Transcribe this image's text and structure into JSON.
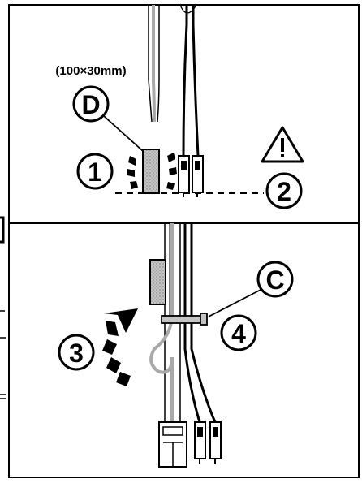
{
  "panels": {
    "top": {
      "dimension_label": "(100×30mm)",
      "callout_D": "D",
      "step_1": "1",
      "step_2": "2"
    },
    "bottom": {
      "callout_C": "C",
      "step_3": "3",
      "step_4": "4"
    }
  },
  "icons": [
    "warning-triangle-icon",
    "curved-arrow-icon",
    "motion-lines-icon"
  ],
  "colors": {
    "line": "#000000",
    "cable_grey": "#a9a9a9",
    "foam": "#bcbcbc",
    "background": "#ffffff"
  }
}
